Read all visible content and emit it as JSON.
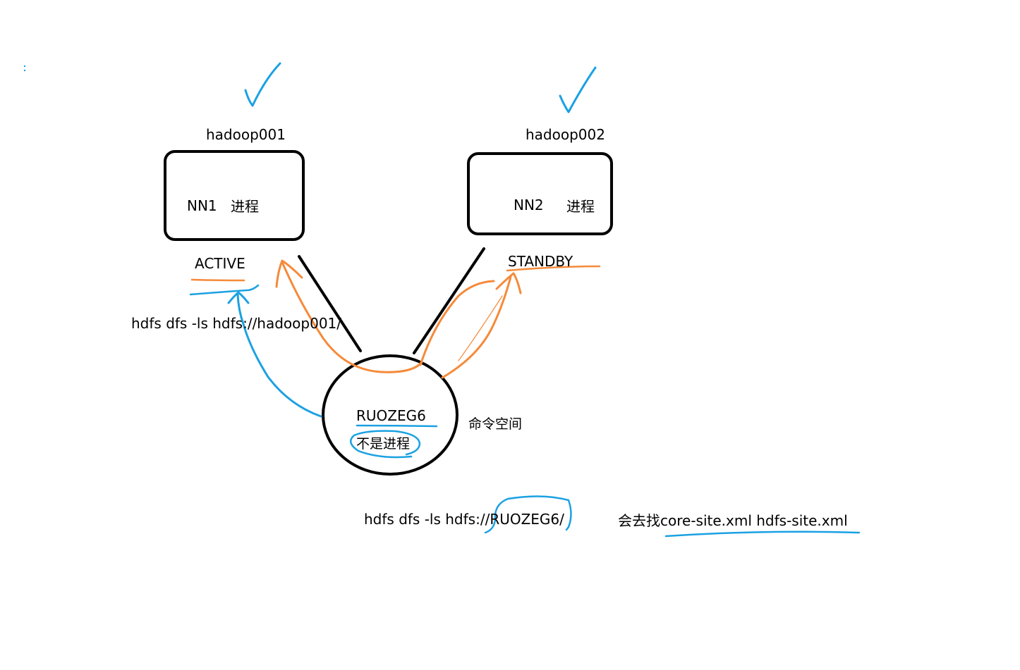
{
  "nodes": {
    "host1": {
      "hostname": "hadoop001",
      "process": "NN1",
      "process_suffix": "进程",
      "state": "ACTIVE"
    },
    "host2": {
      "hostname": "hadoop002",
      "process": "NN2",
      "process_suffix": "进程",
      "state": "STANDBY"
    }
  },
  "nameservice": {
    "name": "RUOZEG6",
    "note": "不是进程",
    "side_label": "命令空间"
  },
  "commands": {
    "direct": "hdfs dfs -ls hdfs://hadoop001/",
    "via_nameservice_prefix": "hdfs dfs -ls hdfs://",
    "via_nameservice_target": "RUOZEG6/",
    "config_note": "会去找core-site.xml hdfs-site.xml"
  },
  "colors": {
    "ink": "#000000",
    "blue_pen": "#1ba1e2",
    "orange_pen": "#f58a3a"
  }
}
